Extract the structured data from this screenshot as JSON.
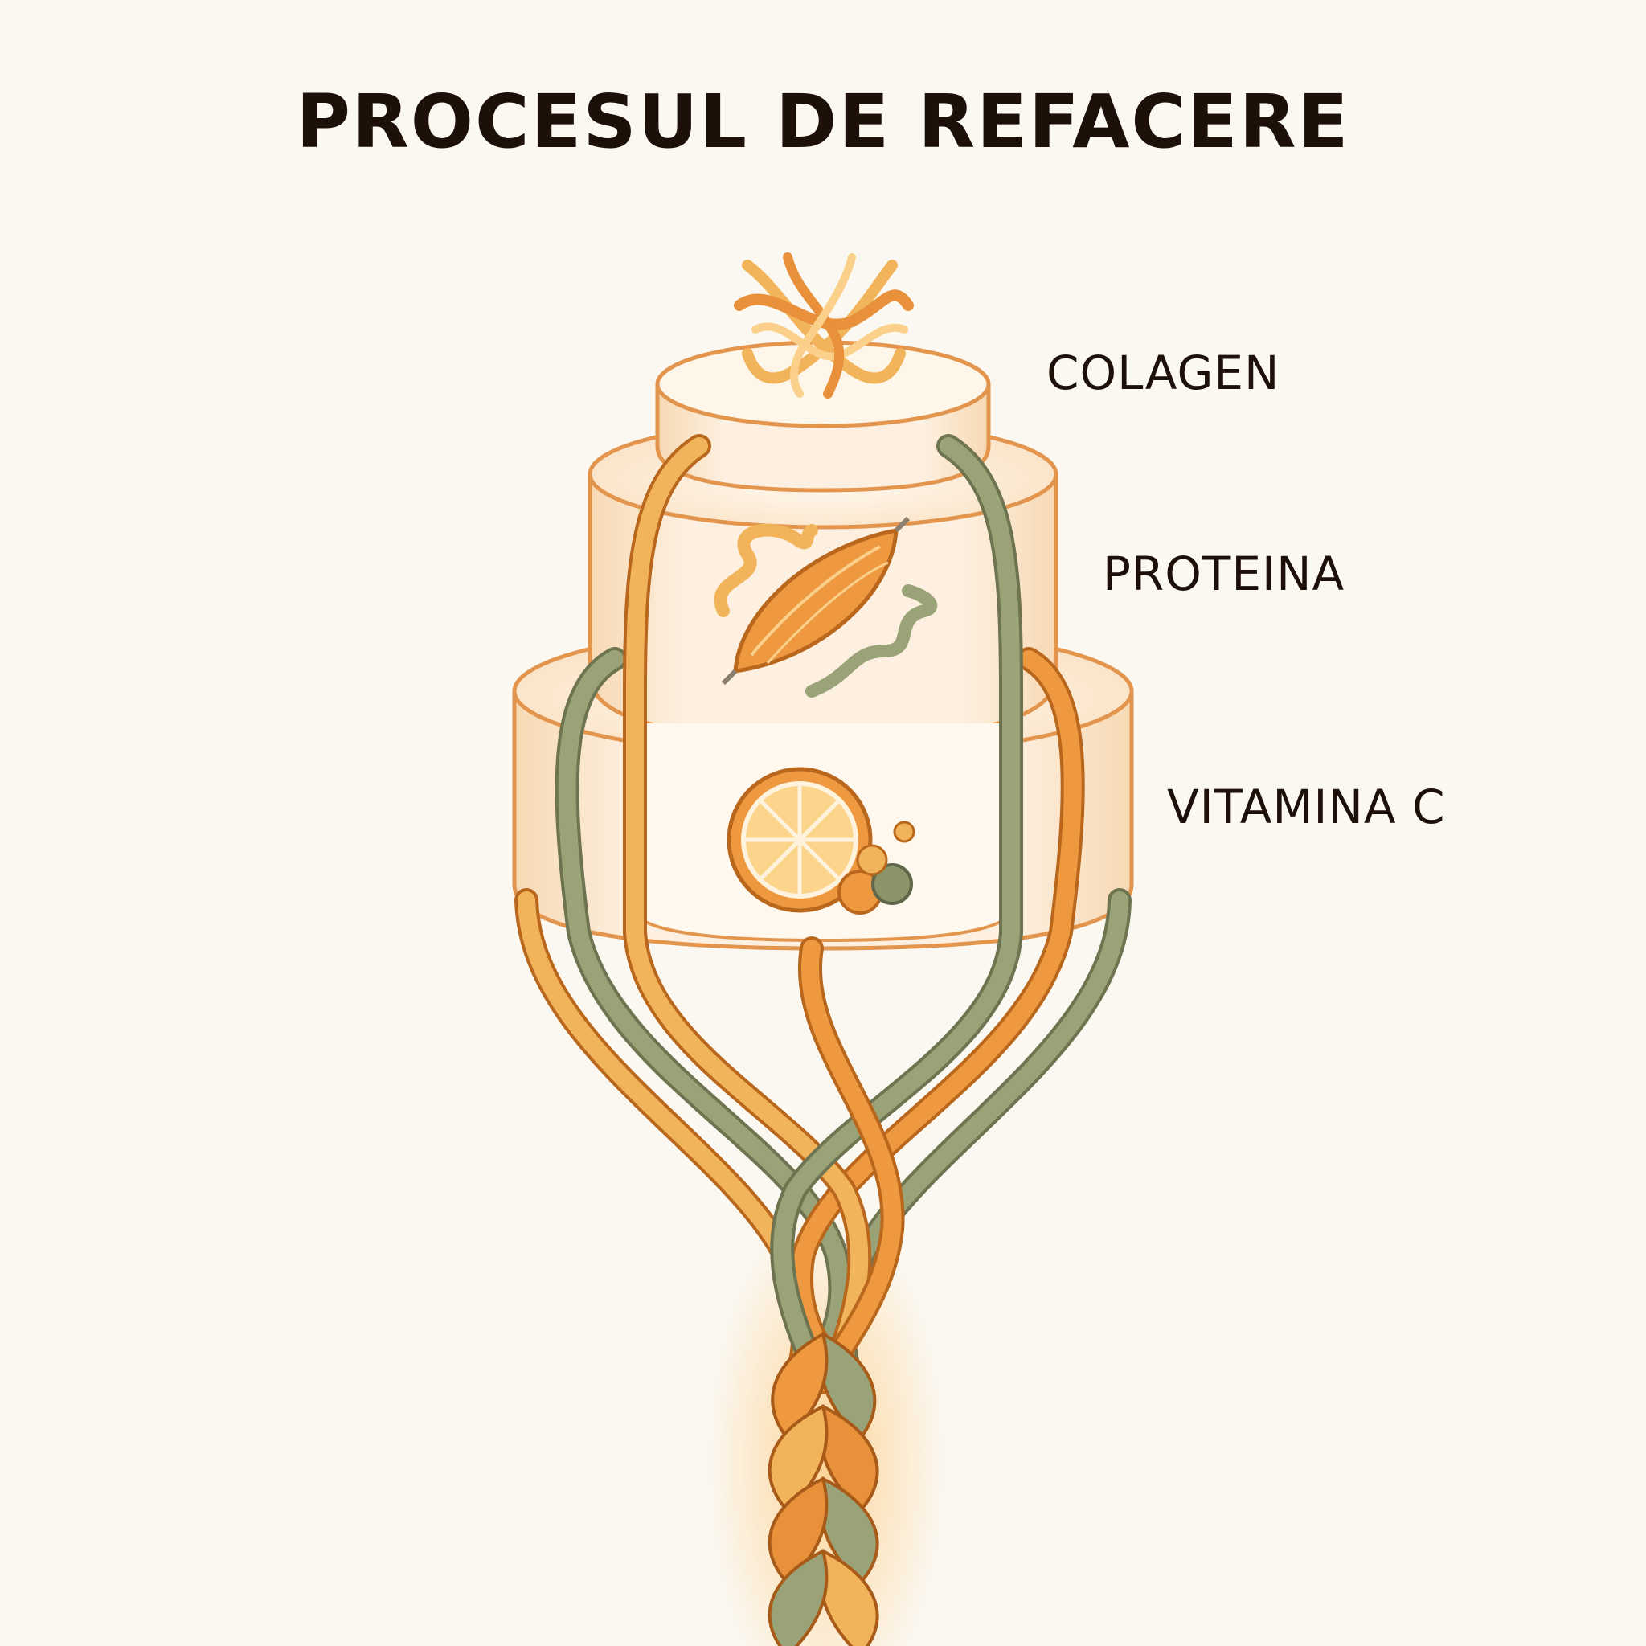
{
  "title": "PROCESUL DE REFACERE",
  "layers": [
    {
      "label": "COLAGEN",
      "icon": "collagen-fibers-icon"
    },
    {
      "label": "PROTEINA",
      "icon": "muscle-icon"
    },
    {
      "label": "VITAMINA C",
      "icon": "orange-slice-icon"
    }
  ],
  "colors": {
    "background": "#fbf8f2",
    "tier_fill": "#fcebd6",
    "tier_stroke": "#e3954d",
    "orange_strand": "#e8903a",
    "light_orange_strand": "#f2b45a",
    "green_strand": "#8b9469",
    "text": "#1c1009"
  }
}
